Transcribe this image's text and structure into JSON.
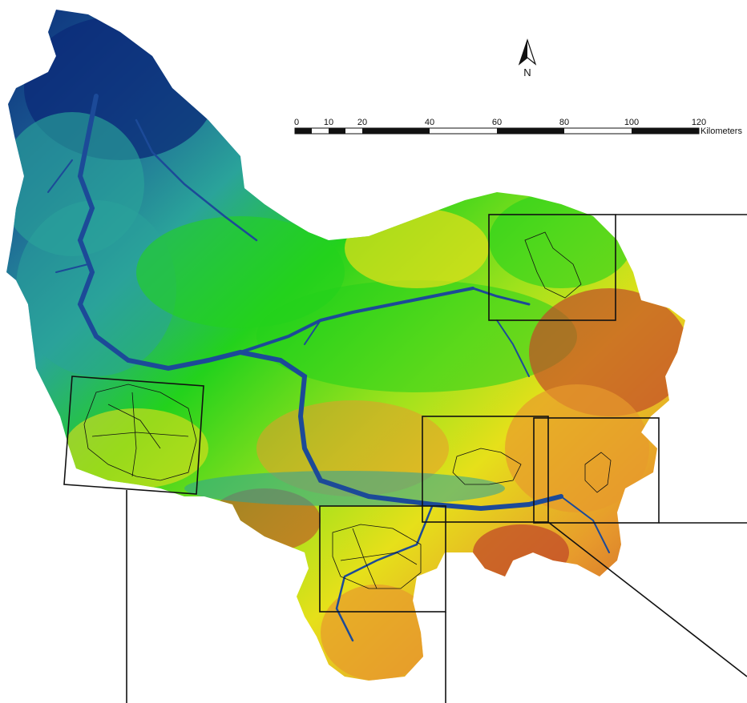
{
  "north_arrow": {
    "label": "N"
  },
  "scale_bar": {
    "ticks": [
      "0",
      "10",
      "20",
      "40",
      "60",
      "80",
      "100",
      "120"
    ],
    "unit": "Kilometers"
  },
  "colors": {
    "low_elevation": "#0b2a78",
    "mid_low": "#2aa39a",
    "mid": "#23d21c",
    "mid_high": "#e6e01a",
    "high": "#e79a2c",
    "highest": "#c24a28",
    "outline": "#111111"
  }
}
